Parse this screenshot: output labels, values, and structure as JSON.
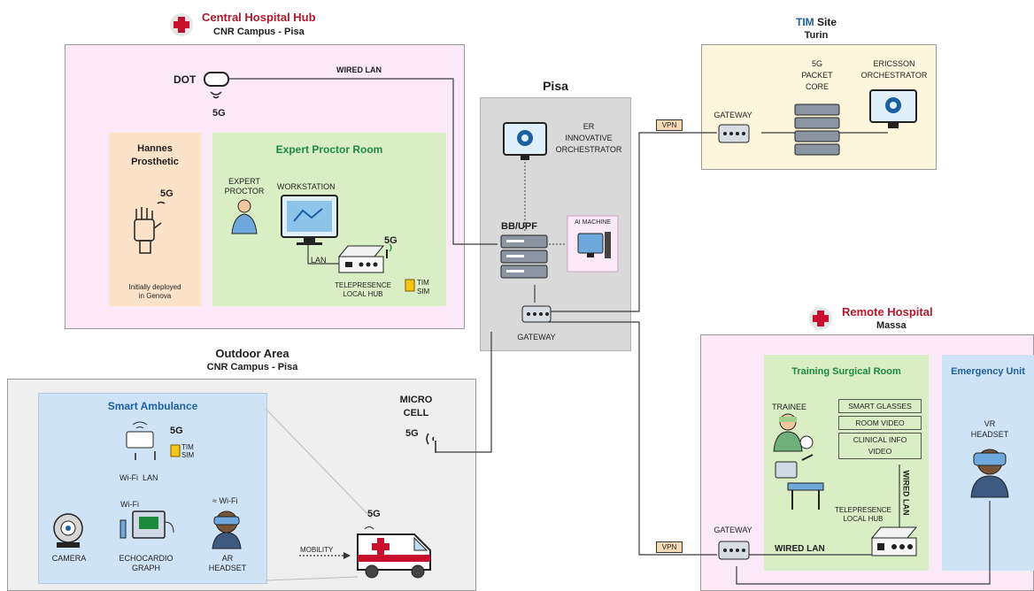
{
  "colors": {
    "hub_bg": "#fce9f8",
    "hub_border": "#9a9a9a",
    "prosthetic_bg": "#fbe2c9",
    "expert_bg": "#d9eec4",
    "pisa_bg": "#d9d9d9",
    "tim_bg": "#fdf6dc",
    "outdoor_bg": "#efefef",
    "ambulance_bg": "#cfe3f7",
    "remote_bg": "#fce9f8",
    "training_bg": "#d9eec4",
    "emergency_bg": "#cfe3f7",
    "hospital_red": "#c8102e",
    "green_title": "#1c8a3c",
    "blue_title": "#1b5fa3"
  },
  "central_hub": {
    "title": "Central Hospital Hub",
    "subtitle": "CNR Campus - Pisa",
    "dot_label": "DOT",
    "dot_5g": "5G",
    "wired_lan": "WIRED LAN",
    "prosthetic": {
      "title_line1": "Hannes",
      "title_line2": "Prosthetic",
      "label_5g": "5G",
      "note_line1": "Initially deployed",
      "note_line2": "in Genova"
    },
    "expert_room": {
      "title": "Expert Proctor Room",
      "expert_line1": "EXPERT",
      "expert_line2": "PROCTOR",
      "workstation": "WORKSTATION",
      "lan": "LAN",
      "label_5g": "5G",
      "hub_line1": "TELEPRESENCE",
      "hub_line2": "LOCAL HUB",
      "sim_line1": "TIM",
      "sim_line2": "SIM"
    }
  },
  "pisa": {
    "title": "Pisa",
    "orch_line1": "ER",
    "orch_line2": "INNOVATIVE",
    "orch_line3": "ORCHESTRATOR",
    "bbupf": "BB/UPF",
    "ai_machine": "AI MACHINE",
    "gateway": "GATEWAY"
  },
  "tim_site": {
    "title_brand": "TIM",
    "title_rest": " Site",
    "subtitle": "Turin",
    "vpn": "VPN",
    "gateway": "GATEWAY",
    "core_line1": "5G",
    "core_line2": "PACKET",
    "core_line3": "CORE",
    "ericsson_line1": "ERICSSON",
    "ericsson_line2": "ORCHESTRATOR"
  },
  "outdoor": {
    "title": "Outdoor Area",
    "subtitle": "CNR Campus - Pisa",
    "micro_line1": "MICRO",
    "micro_line2": "CELL",
    "micro_5g": "5G",
    "ambulance": {
      "title": "Smart Ambulance",
      "label_5g": "5G",
      "sim_line1": "TIM",
      "sim_line2": "SIM",
      "wifi_lan": "Wi-Fi  LAN",
      "wifi1": "Wi-Fi",
      "wifi2": "Wi-Fi",
      "camera": "CAMERA",
      "echo_line1": "ECHOCARDIO",
      "echo_line2": "GRAPH",
      "ar_line1": "AR",
      "ar_line2": "HEADSET"
    },
    "vehicle_5g": "5G",
    "mobility": "MOBILITY"
  },
  "remote": {
    "title": "Remote Hospital",
    "subtitle": "Massa",
    "vpn": "VPN",
    "gateway": "GATEWAY",
    "wired_lan": "WIRED LAN",
    "training": {
      "title": "Training Surgical Room",
      "trainee": "TRAINEE",
      "smart_glasses": "SMART GLASSES",
      "room_video": "ROOM VIDEO",
      "clinical_line1": "CLINICAL INFO",
      "clinical_line2": "VIDEO",
      "wired_lan_vertical": "WIRED LAN",
      "hub_line1": "TELEPRESENCE",
      "hub_line2": "LOCAL HUB"
    },
    "emergency": {
      "title": "Emergency Unit",
      "vr_line1": "VR",
      "vr_line2": "HEADSET"
    }
  }
}
